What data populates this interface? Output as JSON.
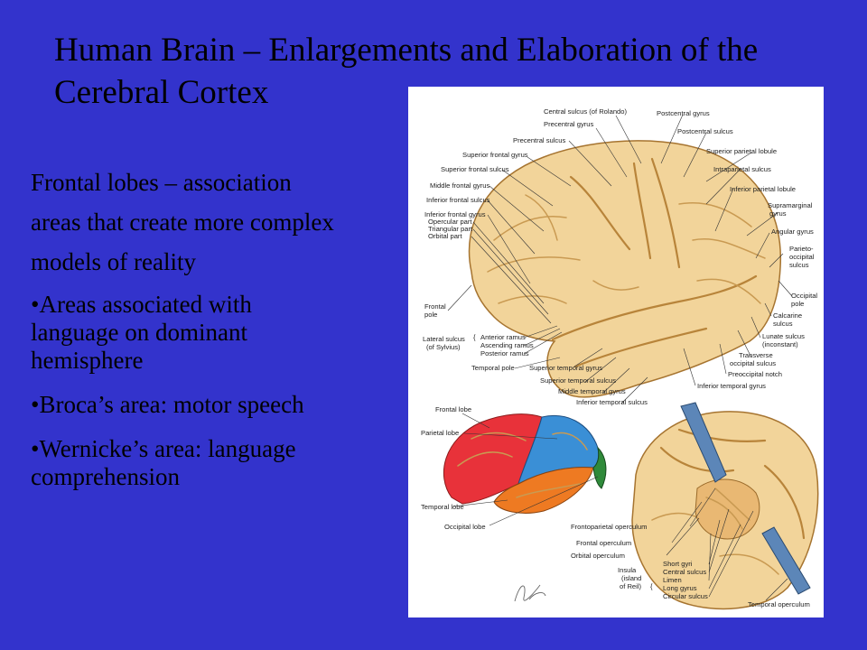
{
  "slide": {
    "title": "Human Brain – Enlargements and Elaboration of the Cerebral Cortex",
    "lead": "Frontal lobes – association areas that create more complex models of reality",
    "bullets": [
      "•Areas associated with language on dominant hemisphere",
      "•Broca’s area:  motor speech",
      "•Wernicke’s area: language comprehension"
    ]
  },
  "figure": {
    "colors": {
      "slide_background": "#3333cc",
      "frontal": "#e8323a",
      "parietal": "#3a8fd6",
      "temporal": "#ee7a22",
      "occipital": "#2f8a3a",
      "cortex": "#f2d49a"
    },
    "top_labels": {
      "central_sulcus": "Central sulcus (of Rolando)",
      "precentral_gyrus": "Precentral gyrus",
      "precentral_sulcus": "Precentral sulcus",
      "superior_frontal_gyrus": "Superior frontal gyrus",
      "superior_frontal_sulcus": "Superior frontal sulcus",
      "middle_frontal_gyrus": "Middle frontal gyrus",
      "inferior_frontal_sulcus": "Inferior frontal sulcus",
      "inferior_frontal_gyrus": "Inferior frontal gyrus",
      "opercular_part": "Opercular part",
      "triangular_part": "Triangular part",
      "orbital_part": "Orbital part",
      "frontal_pole_1": "Frontal",
      "frontal_pole_2": "pole",
      "lateral_sulcus_1": "Lateral sulcus",
      "lateral_sulcus_2": "(of Sylvius)",
      "anterior_ramus": "Anterior ramus",
      "ascending_ramus": "Ascending ramus",
      "posterior_ramus": "Posterior ramus",
      "temporal_pole": "Temporal pole",
      "superior_temporal_gyrus": "Superior temporal gyrus",
      "superior_temporal_sulcus": "Superior temporal sulcus",
      "middle_temporal_gyrus": "Middle temporal gyrus",
      "inferior_temporal_sulcus": "Inferior temporal sulcus",
      "postcentral_gyrus": "Postcentral gyrus",
      "postcentral_sulcus": "Postcentral sulcus",
      "superior_parietal_lobule": "Superior parietal lobule",
      "intraparietal_sulcus": "Intraparietal sulcus",
      "inferior_parietal_lobule": "Inferior parietal lobule",
      "supramarginal_1": "Supramarginal",
      "supramarginal_2": "gyrus",
      "angular_gyrus": "Angular gyrus",
      "parieto_occipital_1": "Parieto-",
      "parieto_occipital_2": "occipital",
      "parieto_occipital_3": "sulcus",
      "occipital_pole_1": "Occipital",
      "occipital_pole_2": "pole",
      "calcarine_1": "Calcarine",
      "calcarine_2": "sulcus",
      "lunate_1": "Lunate sulcus",
      "lunate_2": "(inconstant)",
      "transverse_occipital_1": "Transverse",
      "transverse_occipital_2": "occipital sulcus",
      "preoccipital_notch": "Preoccipital notch",
      "inferior_temporal_gyrus": "Inferior temporal gyrus"
    },
    "lobe_labels": {
      "frontal_lobe": "Frontal lobe",
      "parietal_lobe": "Parietal lobe",
      "temporal_lobe": "Temporal lobe",
      "occipital_lobe": "Occipital lobe"
    },
    "insula_labels": {
      "frontoparietal_operculum": "Frontoparietal operculum",
      "frontal_operculum": "Frontal operculum",
      "orbital_operculum": "Orbital operculum",
      "insula_1": "Insula",
      "insula_2": "(island",
      "insula_3": "of Reil)",
      "short_gyri": "Short gyri",
      "central_sulcus": "Central sulcus",
      "limen": "Limen",
      "long_gyrus": "Long gyrus",
      "circular_sulcus": "Circular sulcus",
      "temporal_operculum": "Temporal operculum"
    }
  }
}
